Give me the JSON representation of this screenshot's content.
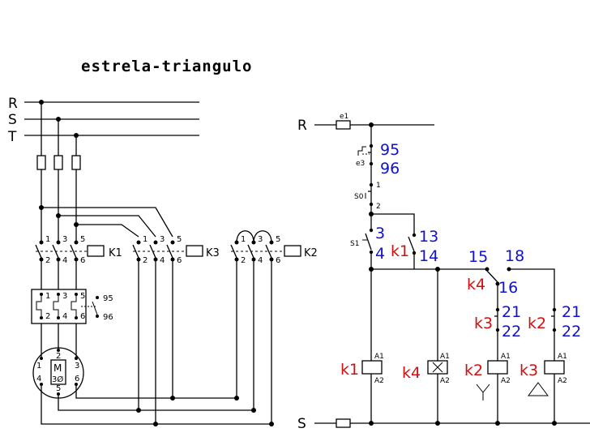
{
  "title": "estrela-triangulo",
  "power": {
    "lines": [
      "R",
      "S",
      "T"
    ],
    "terminals_top": [
      "1",
      "3",
      "5"
    ],
    "terminals_bottom": [
      "2",
      "4",
      "6"
    ],
    "contactors": [
      "K1",
      "K3",
      "K2"
    ],
    "relay_terminals": [
      "95",
      "96"
    ],
    "motor": {
      "label": "M",
      "phase": "3Ø",
      "top": [
        "2"
      ],
      "left": [
        "1",
        "4"
      ],
      "right": [
        "3",
        "6"
      ],
      "bottom": [
        "5"
      ]
    }
  },
  "control": {
    "top_line": "R",
    "bottom_line": "S",
    "fuse": "e1",
    "relay": {
      "tag": "e3",
      "nc_top": "95",
      "nc_bottom": "96"
    },
    "stop": {
      "tag": "S0",
      "t1": "1",
      "t2": "2"
    },
    "start": {
      "tag": "S1",
      "t3": "3",
      "t4": "4"
    },
    "k1_aux": {
      "tag": "k1",
      "t13": "13",
      "t14": "14"
    },
    "timer_contact": {
      "tag": "k4",
      "t15": "15",
      "t16": "16",
      "t18": "18"
    },
    "interlock_k3": {
      "tag": "k3",
      "t21": "21",
      "t22": "22"
    },
    "interlock_k2": {
      "tag": "k2",
      "t21": "21",
      "t22": "22"
    },
    "coils": [
      {
        "tag": "k1",
        "a1": "A1",
        "a2": "A2",
        "symbol": ""
      },
      {
        "tag": "k4",
        "a1": "A1",
        "a2": "A2",
        "symbol": "timer"
      },
      {
        "tag": "k2",
        "a1": "A1",
        "a2": "A2",
        "symbol": "Y"
      },
      {
        "tag": "k3",
        "a1": "A1",
        "a2": "A2",
        "symbol": "delta"
      }
    ]
  },
  "colors": {
    "blue": "#1010d0",
    "red": "#d01010"
  }
}
